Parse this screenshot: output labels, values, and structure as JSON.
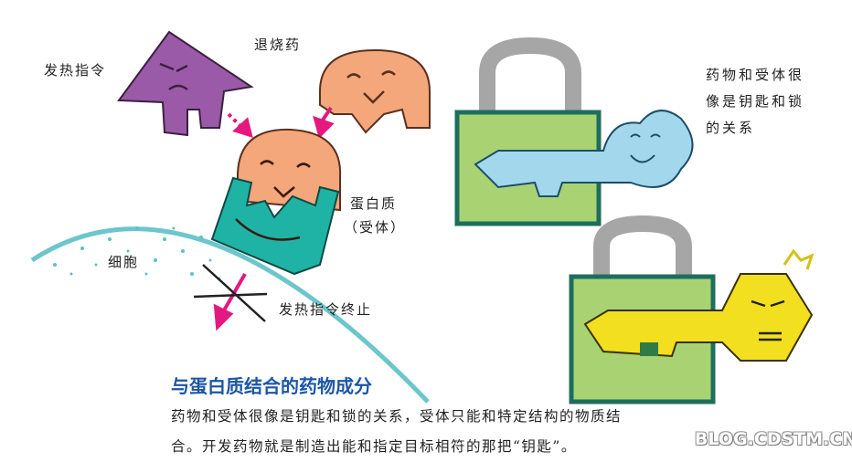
{
  "labels": {
    "fever_signal": "发热指令",
    "antipyretic": "退烧药",
    "protein": "蛋白质",
    "receptor": "（受体）",
    "cell": "细胞",
    "fever_stop": "发热指令终止"
  },
  "side_note": [
    "药物和受体很",
    "像是钥匙和锁",
    "的关系"
  ],
  "caption": {
    "title": "与蛋白质结合的药物成分",
    "lines": [
      "药物和受体很像是钥匙和锁的关系，受体只能和特定结构的物质结",
      "合。开发药物就是制造出能和指定目标相符的那把“钥匙”。"
    ]
  },
  "watermark": "BLOG.CDSTM.CN",
  "colors": {
    "purple": "#9b5aa8",
    "orange": "#f4a77a",
    "teal": "#1fb3a5",
    "lock_green": "#a9d373",
    "lock_border": "#1d6e5c",
    "key_blue": "#a3d8ec",
    "key_yellow": "#f2df1f",
    "arrow_magenta": "#e3197f",
    "title_blue": "#1b56a6"
  }
}
